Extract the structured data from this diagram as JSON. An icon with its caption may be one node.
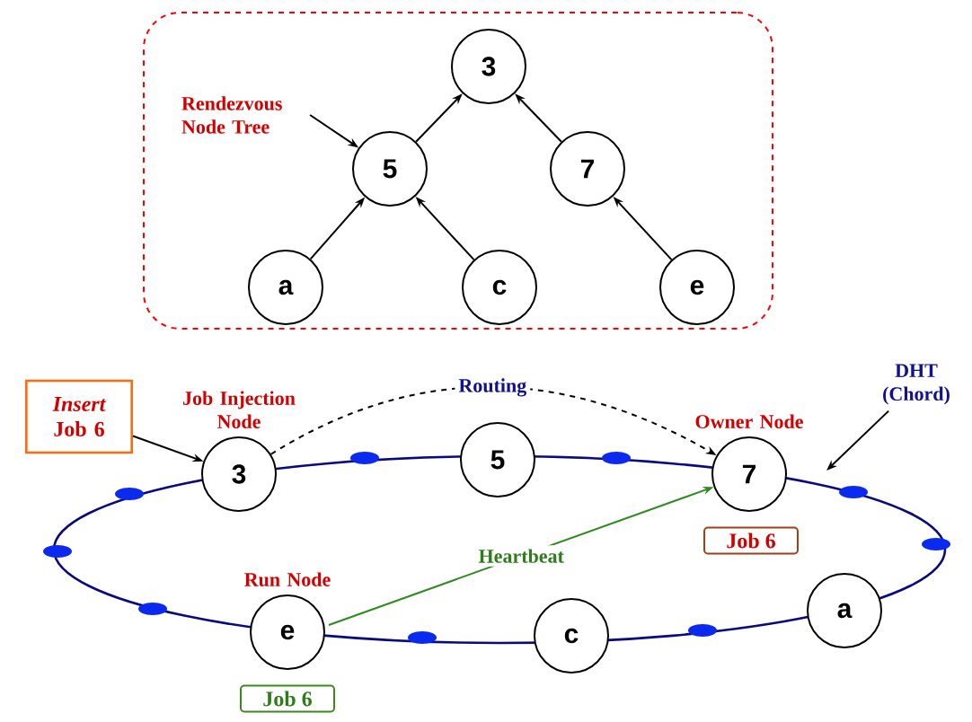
{
  "diagram": {
    "nodes": [
      {
        "text": [],
        "shape": "box"
      },
      {
        "text": [
          "Rendezvous Node Tree"
        ],
        "in": 0
      },
      {
        "text": [
          "3"
        ],
        "in": 0
      },
      {
        "text": [
          "5"
        ],
        "in": 0
      },
      {
        "text": [
          "7"
        ],
        "in": 0
      },
      {
        "text": [
          "a"
        ],
        "in": 0
      },
      {
        "text": [
          "c"
        ],
        "in": 0
      },
      {
        "text": [
          "e"
        ],
        "in": 0
      },
      {
        "text": [
          "*Insert* Job 6"
        ]
      },
      {
        "text": [
          "3"
        ],
        "beside": [
          "Job Injection Node"
        ]
      },
      {
        "text": [
          "5"
        ]
      },
      {
        "text": [
          "7"
        ],
        "beside": [
          "Owner Node"
        ]
      },
      {
        "text": [
          "DHT (Chord)"
        ]
      },
      {
        "text": [
          "Job 6"
        ]
      },
      {
        "text": [
          "e"
        ],
        "beside": [
          "Run Node"
        ]
      },
      {
        "text": [
          "c"
        ]
      },
      {
        "text": [
          "a"
        ]
      },
      {
        "text": [
          "Job 6"
        ]
      }
    ],
    "edges": [
      {
        "from": 3,
        "to": 2,
        "arrow": "to"
      },
      {
        "from": 4,
        "to": 2,
        "arrow": "to"
      },
      {
        "from": 5,
        "to": 3,
        "arrow": "to"
      },
      {
        "from": 6,
        "to": 3,
        "arrow": "to"
      },
      {
        "from": 7,
        "to": 4,
        "arrow": "to"
      },
      {
        "from": 1,
        "to": 3,
        "arrow": "to"
      },
      {
        "from": 8,
        "to": 9,
        "arrow": "to"
      },
      {
        "from": 9,
        "to": 11,
        "arrow": "to",
        "style": "dashed",
        "label": "Routing"
      },
      {
        "from": 14,
        "to": 11,
        "arrow": "to",
        "color": "#2e8b1e",
        "label": "Heartbeat"
      },
      {
        "from": 12,
        "to": null,
        "arrow": "to"
      }
    ]
  }
}
